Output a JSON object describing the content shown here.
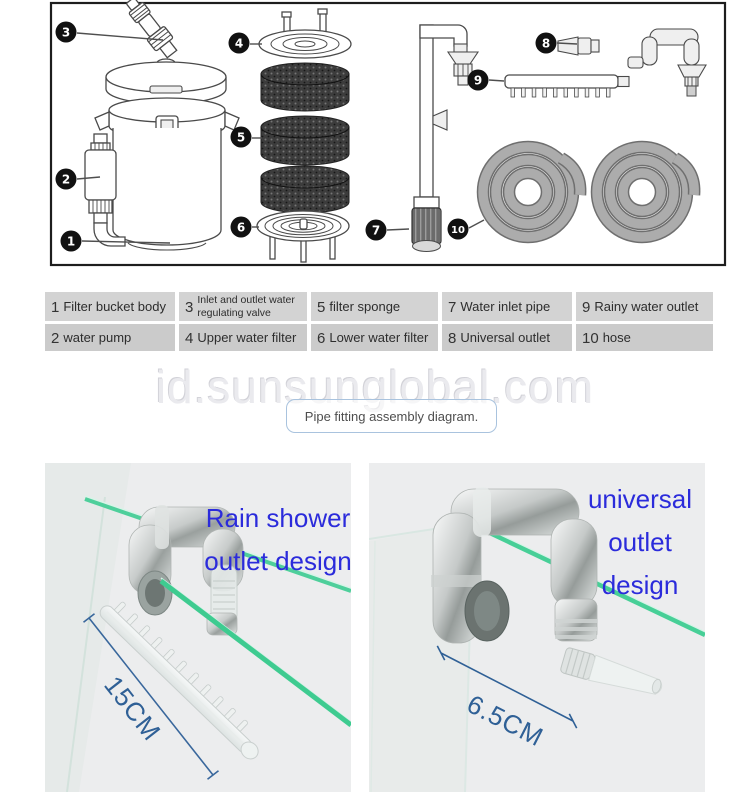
{
  "diagram": {
    "callouts": [
      "1",
      "2",
      "3",
      "4",
      "5",
      "6",
      "7",
      "8",
      "9",
      "10"
    ]
  },
  "parts_table": {
    "rows": [
      [
        {
          "num": "1",
          "label": "Filter bucket body"
        },
        {
          "num": "3",
          "label": "Inlet and outlet water regulating valve"
        },
        {
          "num": "5",
          "label": "filter sponge"
        },
        {
          "num": "7",
          "label": "Water inlet pipe"
        },
        {
          "num": "9",
          "label": "Rainy water outlet"
        }
      ],
      [
        {
          "num": "2",
          "label": "water pump"
        },
        {
          "num": "4",
          "label": "Upper water filter"
        },
        {
          "num": "6",
          "label": "Lower water filter"
        },
        {
          "num": "8",
          "label": "Universal outlet"
        },
        {
          "num": "10",
          "label": "hose"
        }
      ]
    ]
  },
  "watermark": "id.sunsunglobal.com",
  "badge_label": "Pipe fitting assembly diagram.",
  "photos": {
    "left": {
      "caption": [
        "Rain shower",
        "outlet design"
      ],
      "measurement": "15CM"
    },
    "right": {
      "caption": [
        "universal",
        "outlet",
        "design"
      ],
      "measurement": "6.5CM"
    }
  },
  "colors": {
    "caption_blue": "#2b2bdb",
    "measurement_blue": "#2f6096",
    "glass_green": "#43cd93",
    "table_cell_gray": "#d3d3d3"
  }
}
